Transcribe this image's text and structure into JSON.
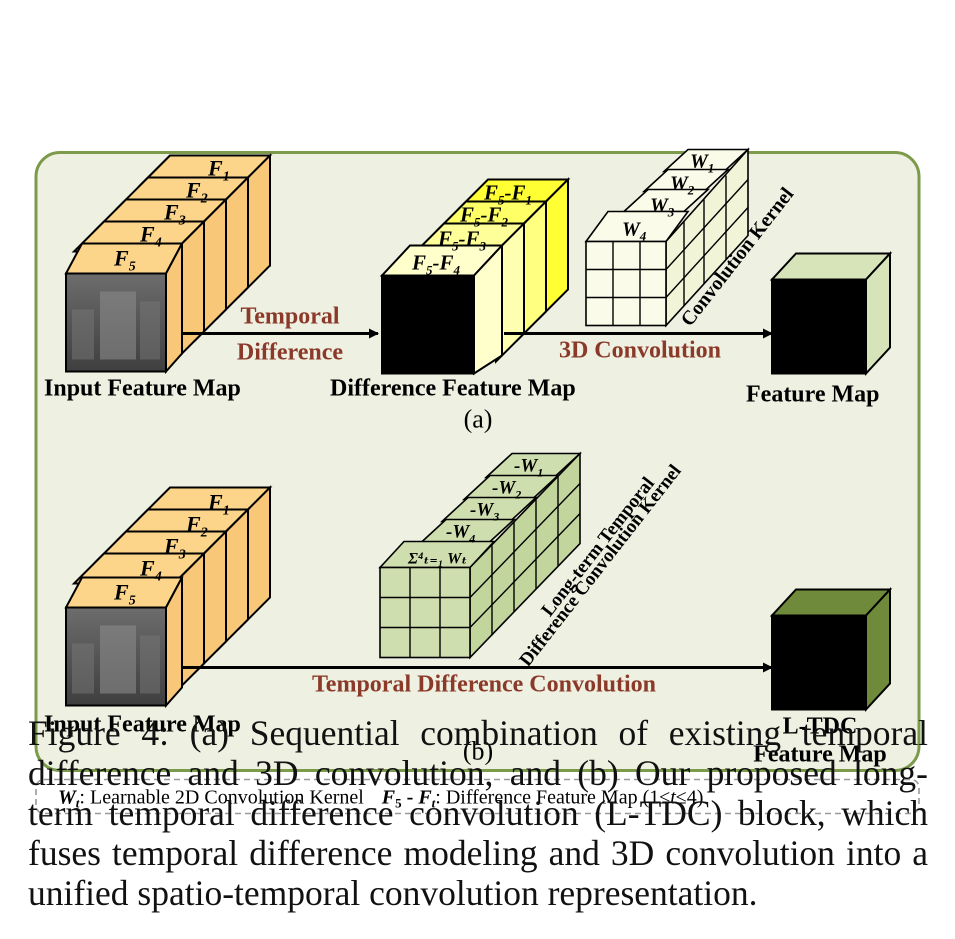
{
  "panel_a": {
    "input_frames": [
      "F5",
      "F4",
      "F3",
      "F2",
      "F1"
    ],
    "input_label": "Input Feature Map",
    "arrow1_label_line1": "Temporal",
    "arrow1_label_line2": "Difference",
    "diff_frames": [
      "F5-F4",
      "F5-F3",
      "F5-F2",
      "F5-F1"
    ],
    "diff_label": "Difference Feature Map",
    "kernel_weights": [
      "W4",
      "W3",
      "W2",
      "W1"
    ],
    "kernel_label": "Convolution Kernel",
    "arrow2_label": "3D Convolution",
    "output_label": "Feature Map",
    "panel_tag": "(a)"
  },
  "panel_b": {
    "input_frames": [
      "F5",
      "F4",
      "F3",
      "F2",
      "F1"
    ],
    "input_label": "Input Feature Map",
    "kernel_weights": [
      "-W4",
      "-W3",
      "-W2",
      "-W1"
    ],
    "kernel_front_label": "Σ⁴ₜ₌₁ Wₜ",
    "kernel_label_line1": "Long-term Temporal",
    "kernel_label_line2": "Difference Convolution Kernel",
    "arrow_label": "Temporal Difference Convolution",
    "output_label_line1": "L-TDC",
    "output_label_line2": "Feature Map",
    "panel_tag": "(b)"
  },
  "legend": {
    "w_symbol": "W",
    "w_sub": "t",
    "w_text": ": Learnable 2D Convolution Kernel",
    "f_symbol": "F",
    "f_sub5": "5",
    "f_dash": " - ",
    "f_symbol2": "F",
    "f_sub_t": "t",
    "f_text": ": Difference Feature Map (1≤",
    "f_t": "t",
    "f_text_end": "≤4)"
  },
  "caption": "Figure 4: (a) Sequential combination of existing temporal difference and 3D convolution, and (b) Our proposed long-term temporal difference convolution (L-TDC) block, which fuses temporal difference modeling and 3D convolution into a unified spatio-temporal convolution representation.",
  "colors": {
    "panel_bg": "#eef0e1",
    "panel_border": "#7b9a4a",
    "frame_orange": "#fcd58a",
    "frame_yellow": "#ffff33",
    "frame_pale_yellow": "#ffffcc",
    "kernel_pale": "#fafbe8",
    "kernel_green": "#cfdeae",
    "output_side_a": "#d7e4b9",
    "output_side_b": "#6e8a3a",
    "label_red": "#8b3a2a"
  }
}
